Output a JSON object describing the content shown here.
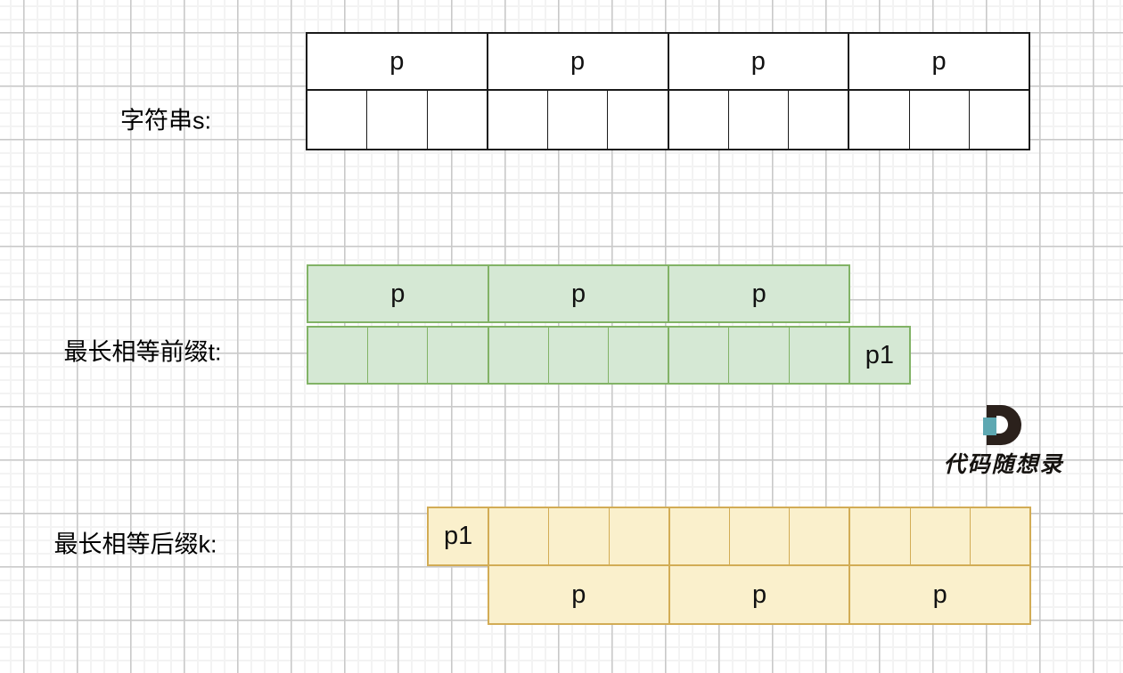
{
  "labels": {
    "s": "字符串s:",
    "t": "最长相等前缀t:",
    "k": "最长相等后缀k:"
  },
  "tables": {
    "s": {
      "p_cells": [
        "p",
        "p",
        "p",
        "p"
      ],
      "unit_cells": [
        "",
        "",
        "",
        "",
        "",
        "",
        "",
        "",
        "",
        "",
        "",
        ""
      ]
    },
    "t": {
      "p_cells": [
        "p",
        "p",
        "p"
      ],
      "unit_cells": [
        "",
        "",
        "",
        "",
        "",
        "",
        "",
        "",
        "",
        "p1"
      ]
    },
    "k": {
      "unit_cells": [
        "p1",
        "",
        "",
        "",
        "",
        "",
        "",
        "",
        "",
        ""
      ],
      "p_cells": [
        "p",
        "p",
        "p"
      ]
    }
  },
  "logo": {
    "text": "代码随想录",
    "icon": "d-logo-icon"
  },
  "colors": {
    "white_fill": "#ffffff",
    "white_border": "#1a1a1a",
    "green_fill": "#d5e8d4",
    "green_border": "#82b366",
    "yellow_fill": "#faf0cc",
    "yellow_border": "#d2ac55",
    "logo_dark": "#2b211c",
    "logo_teal": "#5ea8b2",
    "grid_minor": "#f3f3f3",
    "grid_major": "#c9c9c9"
  }
}
